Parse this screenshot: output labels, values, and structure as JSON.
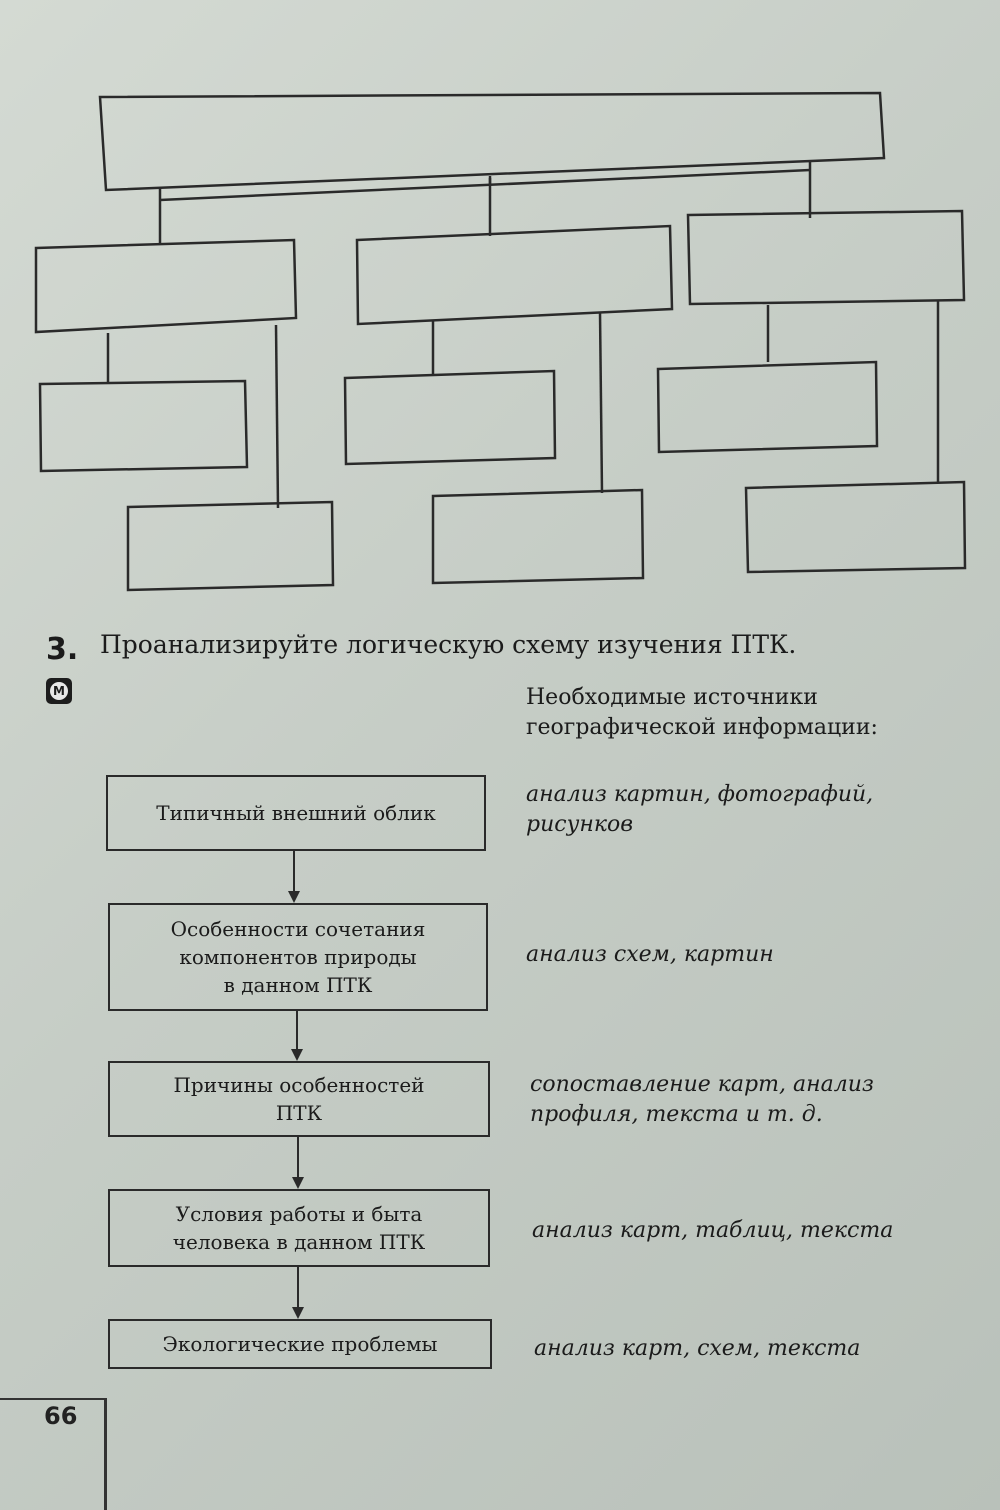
{
  "page_number": "66",
  "task": {
    "number": "3.",
    "badge": "М",
    "instruction": "Проанализируйте логическую схему изучения ПТК."
  },
  "sources_heading": "Необходимые источники географической информации:",
  "flow": [
    {
      "step": "Типичный внешний облик",
      "source": "анализ картин, фотографий, рисунков"
    },
    {
      "step": "Особенности сочетания\nкомпонентов природы\nв данном ПТК",
      "source": "анализ схем, картин"
    },
    {
      "step": "Причины особенностей\nПТК",
      "source": "сопоставление карт, анализ профиля, текста и т. д."
    },
    {
      "step": "Условия работы и быта\nчеловека в данном ПТК",
      "source": "анализ карт, таблиц, текста"
    },
    {
      "step": "Экологические проблемы",
      "source": "анализ карт, схем, текста"
    }
  ]
}
